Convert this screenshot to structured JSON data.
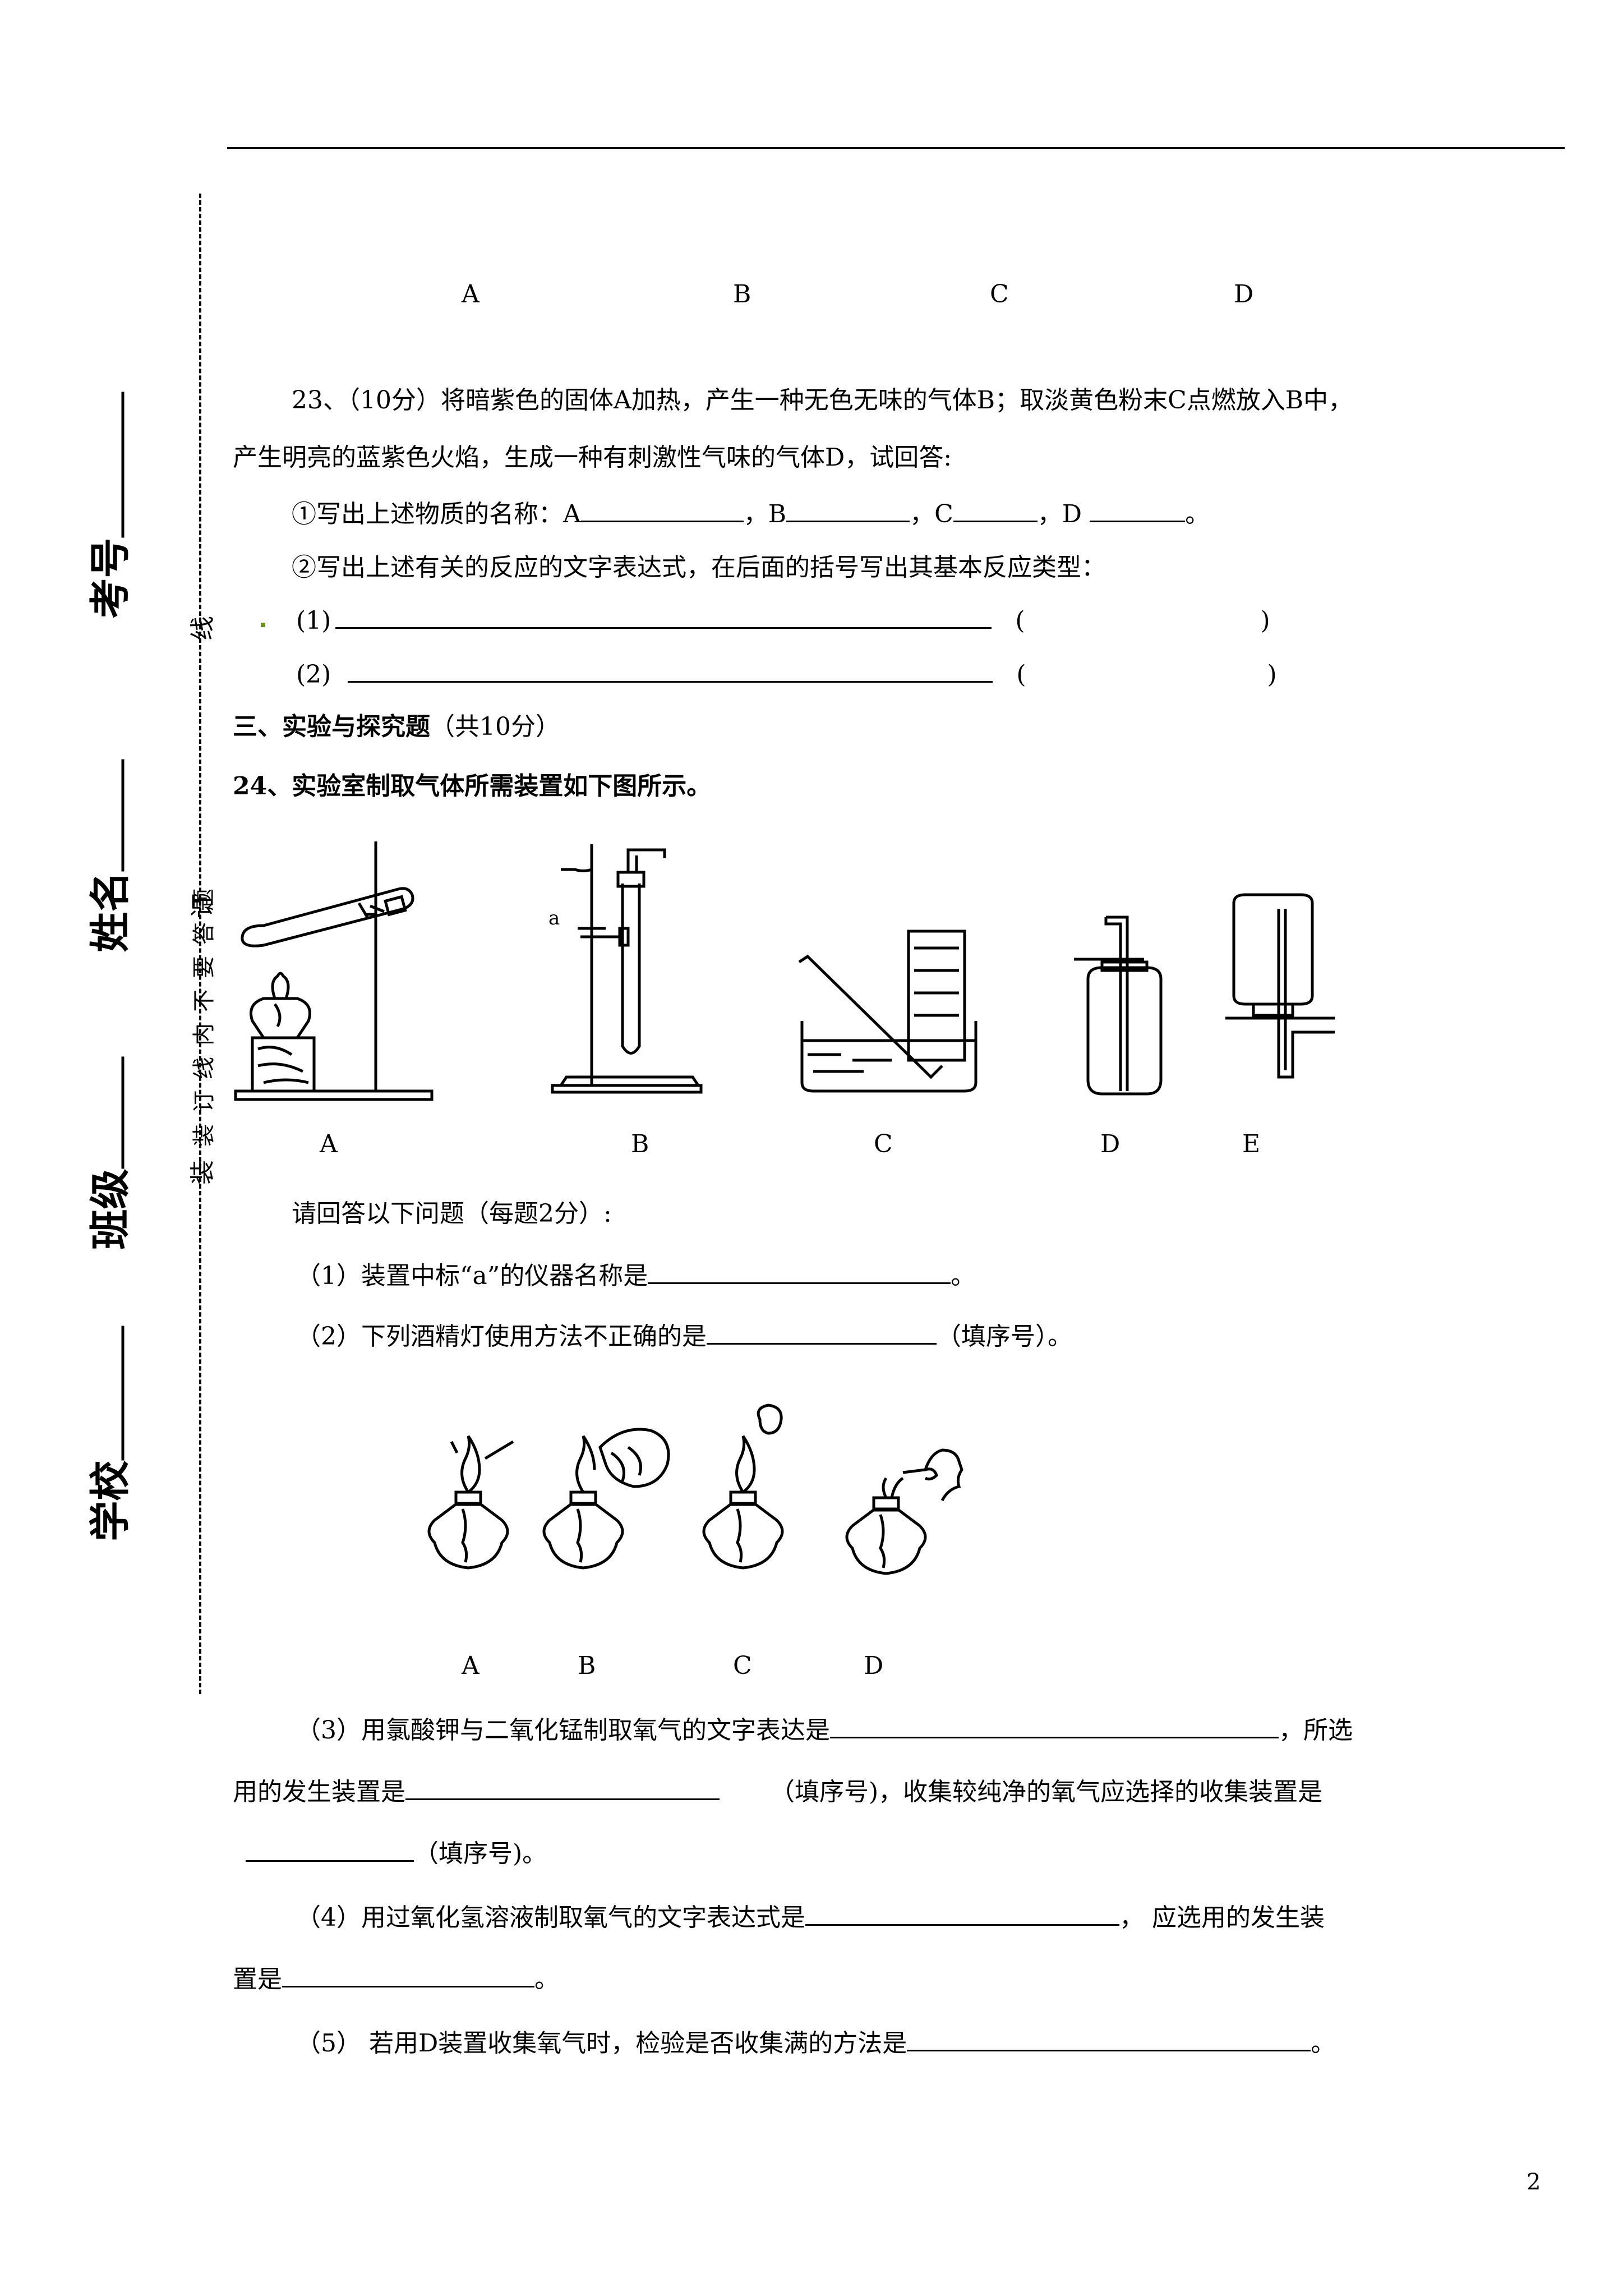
{
  "top_labels": [
    "A",
    "B",
    "C",
    "D"
  ],
  "sidebar": {
    "fields": [
      "考号",
      "姓名",
      "班级",
      "学校"
    ],
    "warning": "装订线内不要答题",
    "binding_marks": [
      "线",
      "订",
      "装"
    ]
  },
  "q23": {
    "line1": "23、（10分）将暗紫色的固体A加热，产生一种无色无味的气体B；取淡黄色粉末C点燃放入B中，",
    "line2": "产生明亮的蓝紫色火焰，生成一种有刺激性气味的气体D，试回答:",
    "p1_start": "①写出上述物质的名称：A",
    "p1_b": "，B",
    "p1_c": "，C",
    "p1_d": "，D",
    "p1_end": "。",
    "p2": "②写出上述有关的反应的文字表达式，在后面的括号写出其基本反应类型：",
    "r1": "(1)",
    "r2": "(2)",
    "paren_open": "(",
    "paren_close": ")"
  },
  "section3": {
    "title": "三、实验与探究题",
    "points": "（共10分）"
  },
  "q24": {
    "title": "24、实验室制取气体所需装置如下图所示。",
    "apparatus_labels": [
      "A",
      "B",
      "C",
      "D",
      "E"
    ],
    "label_a": "a",
    "instructions": "请回答以下问题（每题2分）:",
    "s1_start": "（1）装置中标“a”的仪器名称是",
    "s1_end": "。",
    "s2_start": "（2）下列酒精灯使用方法不正确的是",
    "s2_end": "（填序号）。",
    "lamp_labels": [
      "A",
      "B",
      "C",
      "D"
    ],
    "s3_start": "（3）用氯酸钾与二氧化锰制取氧气的文字表达是",
    "s3_mid": "，所选",
    "s3_line2_start": "用的发生装置是",
    "s3_line2_mid": "（填序号)，收集较纯净的氧气应选择的收集装置是",
    "s3_line3": "（填序号)。",
    "s4_start": "（4）用过氧化氢溶液制取氧气的文字表达式是",
    "s4_mid": "，  应选用的发生装",
    "s4_line2_start": "置是",
    "s4_line2_end": "。",
    "s5_start": "（5）  若用D装置收集氧气时，检验是否收集满的方法是",
    "s5_end": "。"
  },
  "page_number": "2"
}
